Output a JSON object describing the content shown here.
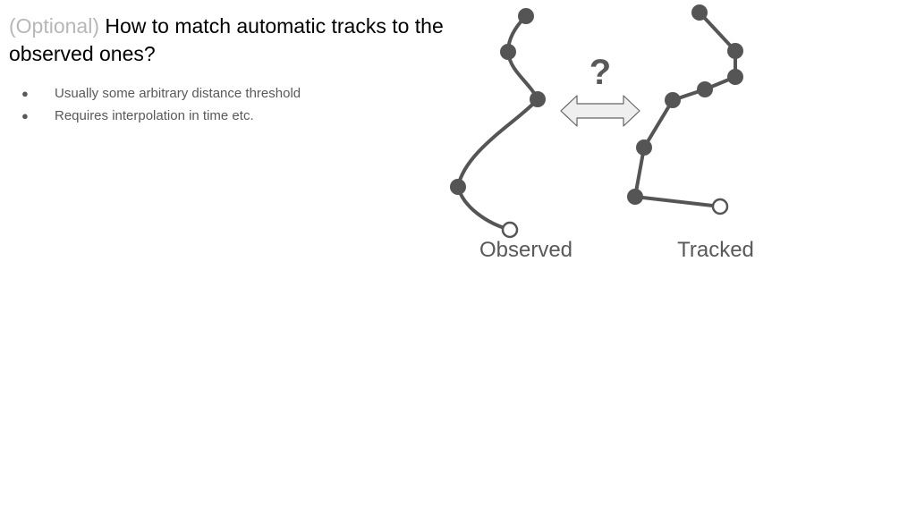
{
  "slide": {
    "title_prefix": "(Optional)",
    "title_main": " How to match automatic tracks to the observed ones?",
    "bullets": [
      "Usually some arbitrary distance threshold",
      "Requires interpolation in time etc."
    ]
  },
  "diagram": {
    "question_mark": "?",
    "observed_label": "Observed",
    "tracked_label": "Tracked",
    "colors": {
      "track": "#555555",
      "arrow_fill": "#efefef",
      "arrow_stroke": "#666666",
      "label": "#595959"
    }
  }
}
